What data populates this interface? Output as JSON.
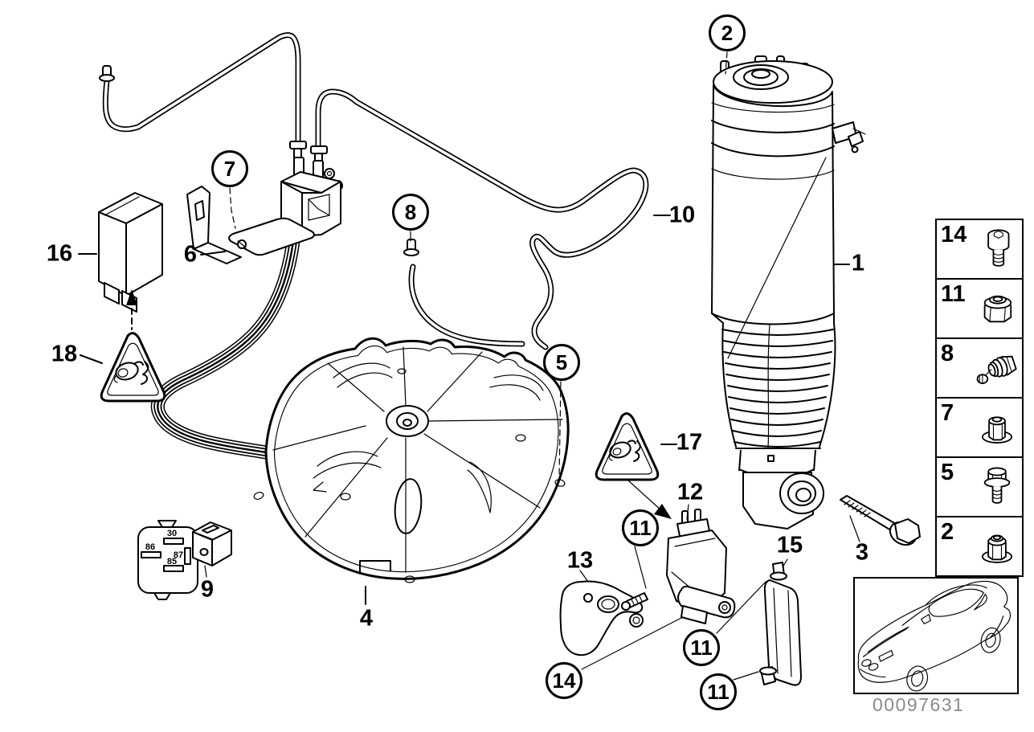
{
  "callouts": {
    "plain": [
      {
        "text": "16"
      },
      {
        "text": "6"
      },
      {
        "text": "18"
      },
      {
        "text": "10"
      },
      {
        "text": "1"
      },
      {
        "text": "17"
      },
      {
        "text": "12"
      },
      {
        "text": "13"
      },
      {
        "text": "15"
      },
      {
        "text": "9"
      },
      {
        "text": "4"
      },
      {
        "text": "3"
      }
    ],
    "circled": [
      {
        "text": "2"
      },
      {
        "text": "7"
      },
      {
        "text": "8"
      },
      {
        "text": "5"
      },
      {
        "text": "11"
      },
      {
        "text": "11"
      },
      {
        "text": "11"
      },
      {
        "text": "14"
      }
    ]
  },
  "sidebar": {
    "rows": [
      {
        "number": "14",
        "icon": "socket-head-screw-icon"
      },
      {
        "number": "11",
        "icon": "lock-nut-icon"
      },
      {
        "number": "8",
        "icon": "air-line-fitting-icon"
      },
      {
        "number": "7",
        "icon": "flange-nut-icon"
      },
      {
        "number": "5",
        "icon": "flange-bolt-icon"
      },
      {
        "number": "2",
        "icon": "flange-lock-nut-icon"
      }
    ]
  },
  "relay_socket": {
    "pins": [
      "30",
      "86",
      "87",
      "85"
    ]
  },
  "footer": {
    "image_code": "00097631"
  },
  "colors": {
    "line": "#000000",
    "background": "#ffffff",
    "code_text": "#8a8a8a"
  }
}
